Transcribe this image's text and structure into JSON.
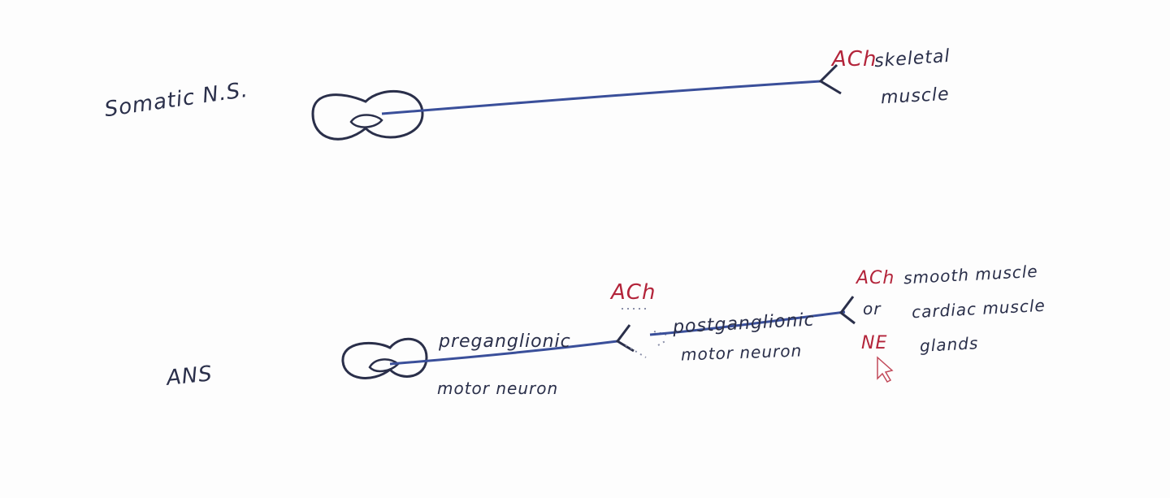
{
  "colors": {
    "ink": "#2a2f4a",
    "axon": "#3a4f9a",
    "neurotransmitter": "#b3243a",
    "background": "#fdfdfd"
  },
  "somatic": {
    "label": "Somatic N.S.",
    "neurotransmitter": "ACh",
    "target_line1": "skeletal",
    "target_line2": "muscle"
  },
  "ans": {
    "label": "ANS",
    "preganglionic": "preganglionic",
    "preganglionic_sub": "motor neuron",
    "ganglion_nt": "ACh",
    "postganglionic": "postganglionic",
    "postganglionic_sub": "motor neuron",
    "nt_1": "ACh",
    "or_word": "or",
    "nt_2": "NE",
    "target_1": "smooth muscle",
    "target_2": "cardiac muscle",
    "target_3": "glands"
  },
  "icons": [
    "cursor-icon"
  ]
}
